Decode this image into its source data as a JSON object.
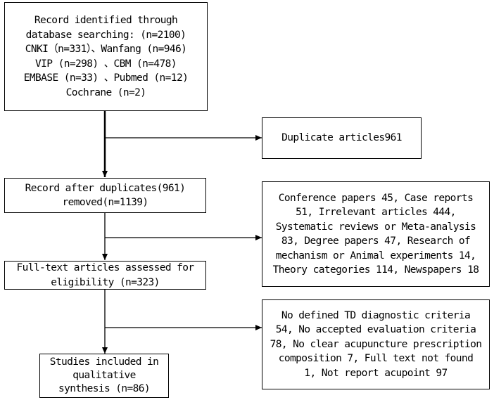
{
  "boxes": {
    "identified": {
      "lines": [
        "Record identified through",
        "database searching: (n=2100)",
        "CNKI（n=331）、Wanfang (n=946)",
        "VIP (n=298) 、CBM (n=478)",
        "EMBASE (n=33) 、Pubmed (n=12)",
        "Cochrane (n=2)"
      ]
    },
    "duplicates": {
      "lines": [
        "Duplicate articles961"
      ]
    },
    "after_duplicates": {
      "lines": [
        "Record after duplicates(961)",
        "removed(n=1139)"
      ]
    },
    "excluded_records": {
      "lines": [
        "Conference papers 45, Case reports",
        "51, Irrelevant articles 444,",
        "Systematic reviews or Meta-analysis",
        "83, Degree papers 47, Research of",
        "mechanism or Animal experiments 14,",
        "Theory categories 114, Newspapers 18"
      ]
    },
    "full_text": {
      "lines": [
        "Full-text articles assessed for",
        "eligibility (n=323)"
      ]
    },
    "excluded_full_text": {
      "lines": [
        "No defined TD diagnostic criteria",
        "54, No accepted evaluation criteria",
        "78, No clear acupuncture prescription",
        "composition 7, Full text not found",
        "1, Not report acupoint 97"
      ]
    },
    "included": {
      "lines": [
        "Studies included in",
        "qualitative",
        "synthesis (n=86)"
      ]
    }
  }
}
